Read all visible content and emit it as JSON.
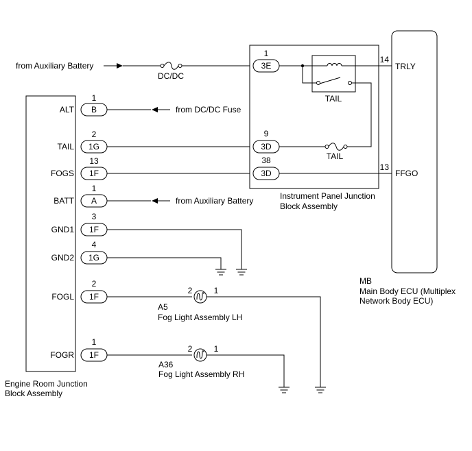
{
  "external_sources": {
    "aux_battery_top": "from Auxiliary Battery",
    "dcdc_fuse": "from DC/DC Fuse",
    "aux_battery_batt": "from Auxiliary Battery"
  },
  "fuses": {
    "dcdc": "DC/DC",
    "tail": "TAIL"
  },
  "relay": {
    "label": "TAIL"
  },
  "instrument_panel_jb": {
    "title_line1": "Instrument Panel Junction",
    "title_line2": "Block Assembly",
    "pins": [
      {
        "pin": "1",
        "connector": "3E"
      },
      {
        "pin": "9",
        "connector": "3D"
      },
      {
        "pin": "38",
        "connector": "3D"
      }
    ]
  },
  "main_body_ecu": {
    "code": "MB",
    "title_line1": "Main Body ECU (Multiplex",
    "title_line2": "Network Body ECU)",
    "terminals": [
      {
        "pin": "14",
        "name": "TRLY"
      },
      {
        "pin": "13",
        "name": "FFGO"
      }
    ]
  },
  "engine_room_jb": {
    "title_line1": "Engine Room Junction",
    "title_line2": "Block Assembly",
    "terminals": [
      {
        "name": "ALT",
        "pin": "1",
        "connector": "B"
      },
      {
        "name": "TAIL",
        "pin": "2",
        "connector": "1G"
      },
      {
        "name": "FOGS",
        "pin": "13",
        "connector": "1F"
      },
      {
        "name": "BATT",
        "pin": "1",
        "connector": "A"
      },
      {
        "name": "GND1",
        "pin": "3",
        "connector": "1F"
      },
      {
        "name": "GND2",
        "pin": "4",
        "connector": "1G"
      },
      {
        "name": "FOGL",
        "pin": "2",
        "connector": "1F"
      },
      {
        "name": "FOGR",
        "pin": "1",
        "connector": "1F"
      }
    ]
  },
  "fog_lights": [
    {
      "code": "A5",
      "name": "Fog Light Assembly LH",
      "pin_in": "2",
      "pin_out": "1"
    },
    {
      "code": "A36",
      "name": "Fog Light Assembly RH",
      "pin_in": "2",
      "pin_out": "1"
    }
  ]
}
